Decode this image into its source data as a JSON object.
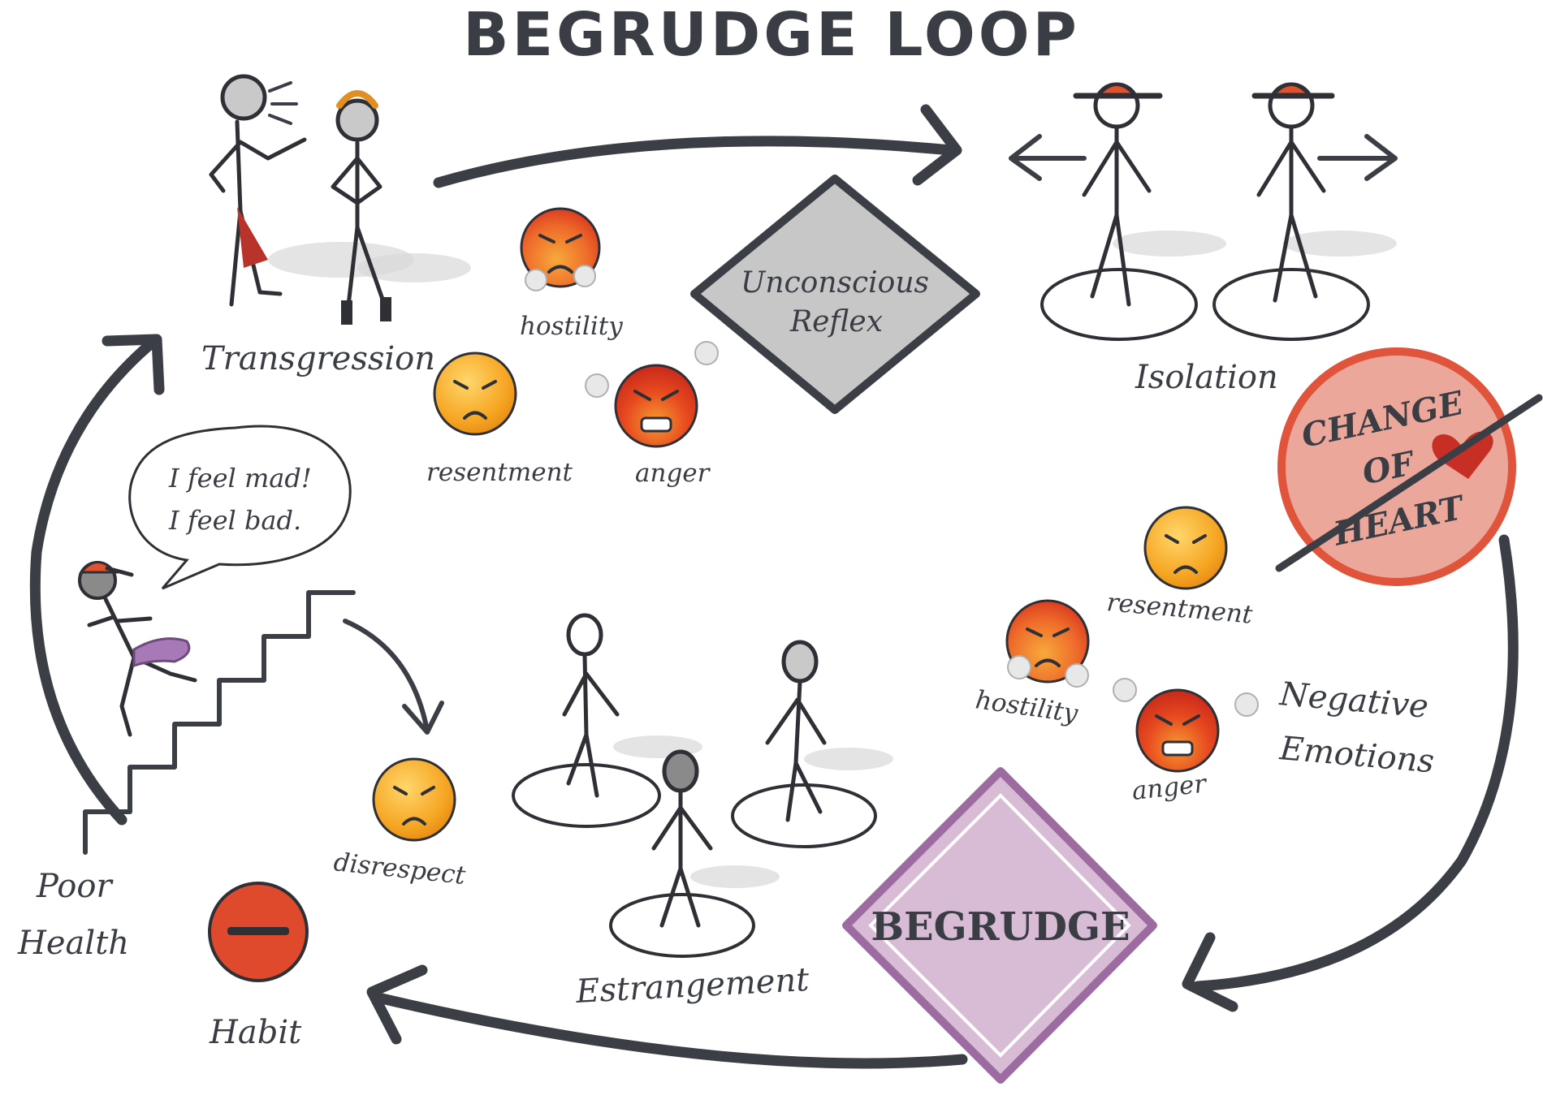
{
  "title": "BEGRUDGE LOOP",
  "stages": {
    "transgression": "Transgression",
    "isolation": "Isolation",
    "estrangement": "Estrangement",
    "poor_health_line1": "Poor",
    "poor_health_line2": "Health",
    "habit": "Habit",
    "negative_emotions_line1": "Negative",
    "negative_emotions_line2": "Emotions"
  },
  "diamonds": {
    "unconscious_line1": "Unconscious",
    "unconscious_line2": "Reflex",
    "begrudge": "BEGRUDGE"
  },
  "stamp": {
    "line1": "CHANGE",
    "line2": "OF",
    "line3": "HEART"
  },
  "speech_bubble": {
    "line1": "I feel mad!",
    "line2": "I feel bad."
  },
  "emotions_top": {
    "hostility": "hostility",
    "resentment": "resentment",
    "anger": "anger"
  },
  "emotions_right": {
    "resentment": "resentment",
    "hostility": "hostility",
    "anger": "anger"
  },
  "emotion_disrespect": "disrespect",
  "colors": {
    "ink": "#3b3e45",
    "emoji_yellow": "#f6a623",
    "emoji_red": "#e2462a",
    "stamp_red": "#e0543c",
    "stamp_fill": "#eba79a",
    "diamond_grey": "#c4c4c4",
    "diamond_purple": "#d8bcd6",
    "diamond_purple_border": "#9c6ba0",
    "habit_red": "#e04a2c"
  }
}
